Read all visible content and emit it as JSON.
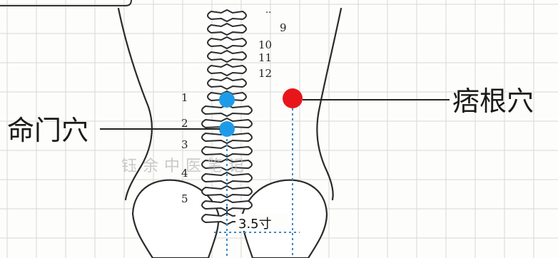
{
  "labels": {
    "left_point": "命门穴",
    "right_point": "痞根穴",
    "measure": "3.5寸",
    "watermark": "钰余中医笔记"
  },
  "vertebra_numbers": {
    "thoracic": [
      "9",
      "10",
      "11",
      "12"
    ],
    "lumbar": [
      "1",
      "2",
      "3",
      "4",
      "5"
    ]
  },
  "colors": {
    "left_point": "#1e9be8",
    "right_point": "#e8161b",
    "grid": "#d6d9d6",
    "guide": "#3b87c7"
  }
}
